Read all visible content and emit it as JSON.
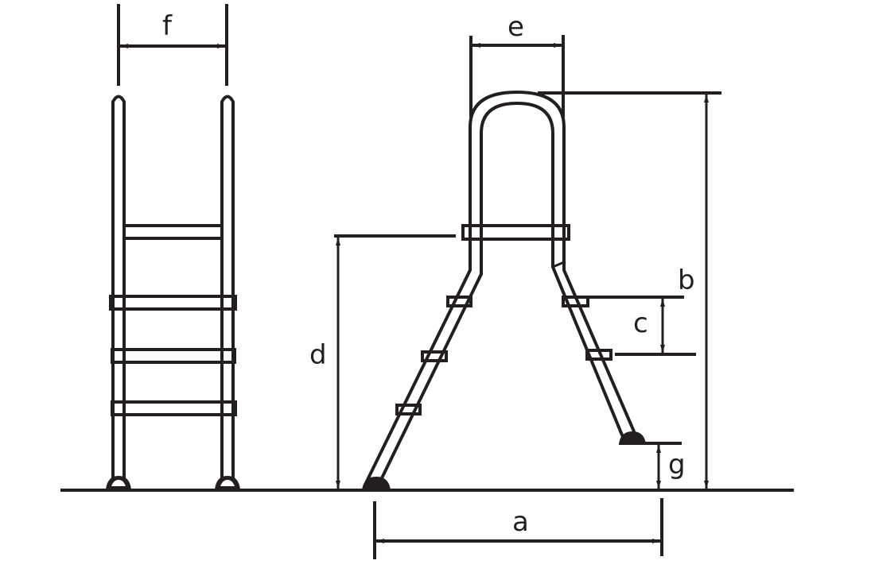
{
  "diagram": {
    "title": "Pool ladder dimension drawing",
    "colors": {
      "line": "#231f20",
      "background": "#ffffff"
    },
    "views": [
      {
        "id": "front-view",
        "description": "Front view of ladder with 3 steps and upper crossbar"
      },
      {
        "id": "side-view",
        "description": "Side view of A-frame pool ladder with handrail loop, 3 steps on left leg, 2 on right"
      }
    ],
    "dimensions": {
      "a": {
        "label": "a",
        "meaning": "base width between feet"
      },
      "b": {
        "label": "b",
        "meaning": "total height"
      },
      "c": {
        "label": "c",
        "meaning": "step spacing"
      },
      "d": {
        "label": "d",
        "meaning": "platform height"
      },
      "e": {
        "label": "e",
        "meaning": "handrail width"
      },
      "f": {
        "label": "f",
        "meaning": "ladder width (front)"
      },
      "g": {
        "label": "g",
        "meaning": "foot clearance on inner leg"
      }
    }
  }
}
